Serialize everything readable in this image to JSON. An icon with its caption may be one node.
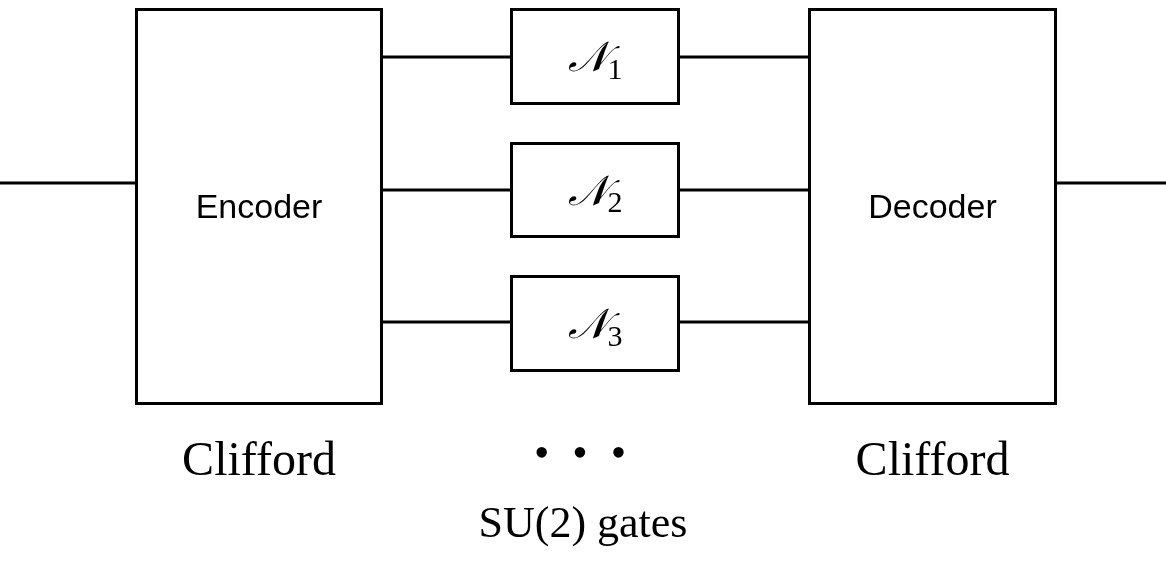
{
  "diagram": {
    "nodes": [
      {
        "text": [
          "Encoder"
        ],
        "beside": [
          "Clifford"
        ]
      },
      {
        "text": [
          "𝒩$_{1}$"
        ]
      },
      {
        "text": [
          "𝒩$_{2}$"
        ]
      },
      {
        "text": [
          "𝒩$_{3}$"
        ]
      },
      {
        "text": [
          "Decoder"
        ],
        "beside": [
          "Clifford"
        ]
      }
    ],
    "edges": [
      {
        "from": null,
        "to": 0,
        "arrow": "none"
      },
      {
        "from": 0,
        "to": 1,
        "arrow": "none"
      },
      {
        "from": 1,
        "to": 4,
        "arrow": "none"
      },
      {
        "from": 0,
        "to": 2,
        "arrow": "none"
      },
      {
        "from": 2,
        "to": 4,
        "arrow": "none"
      },
      {
        "from": 0,
        "to": 3,
        "arrow": "none"
      },
      {
        "from": 3,
        "to": 4,
        "arrow": "none"
      },
      {
        "from": 4,
        "to": null,
        "arrow": "none"
      }
    ],
    "labels": [
      "• • •",
      "SU(2) gates"
    ]
  }
}
